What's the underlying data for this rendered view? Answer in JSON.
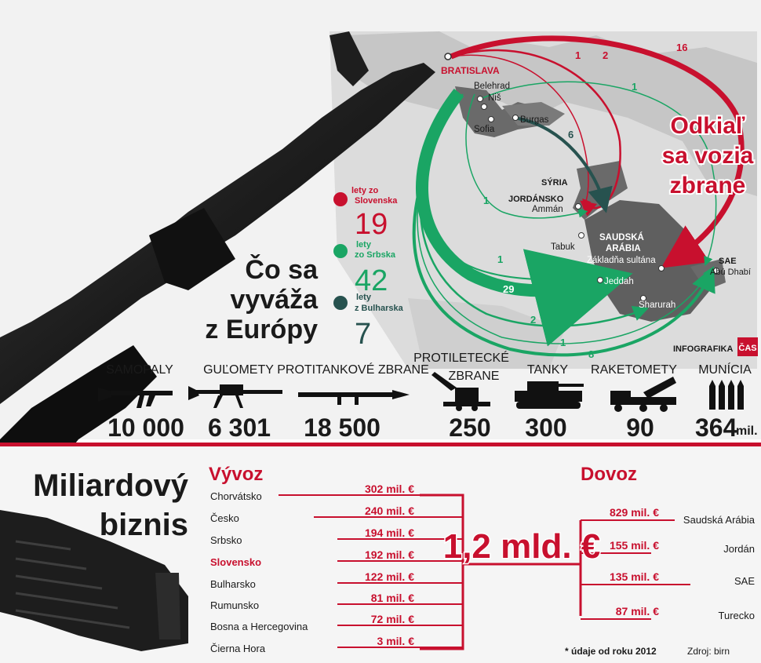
{
  "colors": {
    "red": "#c8102e",
    "green": "#1aa564",
    "teal": "#27524f",
    "map_gray": "#d6d6d6",
    "land_dark": "#6a6a6a"
  },
  "map": {
    "title_lines": [
      "Odkiaľ",
      "sa vozia",
      "zbrane"
    ],
    "cities": {
      "bratislava": "BRATISLAVA",
      "belehrad": "Belehrad",
      "nis": "Niš",
      "sofia": "Sofia",
      "burgas": "Burgas",
      "syria": "SÝRIA",
      "jordansko": "JORDÁNSKO",
      "amman": "Ammán",
      "tabuk": "Tabuk",
      "saudi1": "SAUDSKÁ",
      "saudi2": "ARÁBIA",
      "zakladna": "Základňa sultána",
      "jeddah": "Jeddah",
      "sharurah": "Sharurah",
      "sae": "SAE",
      "abudhabi": "Abú Dhabí"
    },
    "route_numbers": {
      "r16": "16",
      "r2": "2",
      "r1a": "1",
      "r1b": "1",
      "r6": "6",
      "r1c": "1",
      "r1d": "1",
      "r29": "29",
      "r2b": "2",
      "r1e": "1",
      "r8": "8"
    },
    "infografika": "INFOGRAFIKA",
    "cas_logo": "ČAS"
  },
  "legend": {
    "slovakia_label": [
      "lety zo",
      "Slovenska"
    ],
    "slovakia_count": "19",
    "serbia_label": [
      "lety",
      "zo Srbska"
    ],
    "serbia_count": "42",
    "bulgaria_label": [
      "lety",
      "z Bulharska"
    ],
    "bulgaria_count": "7"
  },
  "export_title": [
    "Čo sa",
    "vyváža",
    "z Európy"
  ],
  "weapons": [
    {
      "label": [
        "SAMOPALY"
      ],
      "value": "10 000",
      "icon": "rifle-icon"
    },
    {
      "label": [
        "GUĽOMETY"
      ],
      "value": "6 301",
      "icon": "machine-gun-icon"
    },
    {
      "label": [
        "PROTITANKOVÉ ZBRANE"
      ],
      "value": "18 500",
      "icon": "rpg-icon"
    },
    {
      "label": [
        "PROTILETECKÉ",
        "ZBRANE"
      ],
      "value": "250",
      "icon": "anti-aircraft-gun-icon"
    },
    {
      "label": [
        "TANKY"
      ],
      "value": "300",
      "icon": "tank-icon"
    },
    {
      "label": [
        "RAKETOMETY"
      ],
      "value": "90",
      "icon": "rocket-launcher-icon"
    },
    {
      "label": [
        "MUNÍCIA"
      ],
      "value": "364",
      "unit": "mil.",
      "icon": "ammunition-icon"
    }
  ],
  "business": {
    "title": [
      "Miliardový",
      "biznis"
    ],
    "export_heading": "Vývoz",
    "import_heading": "Dovoz",
    "total": "1,2 mld. €",
    "exports": [
      {
        "country": "Chorvátsko",
        "value": "302 mil. €"
      },
      {
        "country": "Česko",
        "value": "240 mil. €"
      },
      {
        "country": "Srbsko",
        "value": "194 mil. €"
      },
      {
        "country": "Slovensko",
        "value": "192 mil. €",
        "highlight": true
      },
      {
        "country": "Bulharsko",
        "value": "122 mil. €"
      },
      {
        "country": "Rumunsko",
        "value": "81 mil. €"
      },
      {
        "country": "Bosna a Hercegovina",
        "value": "72 mil. €"
      },
      {
        "country": "Čierna Hora",
        "value": "3 mil. €"
      }
    ],
    "imports": [
      {
        "country": "Saudská Arábia",
        "value": "829 mil. €"
      },
      {
        "country": "Jordán",
        "value": "155 mil. €"
      },
      {
        "country": "SAE",
        "value": "135 mil. €"
      },
      {
        "country": "Turecko",
        "value": "87 mil. €"
      }
    ],
    "footnote": "* údaje od roku 2012",
    "source": "Zdroj: birn"
  }
}
